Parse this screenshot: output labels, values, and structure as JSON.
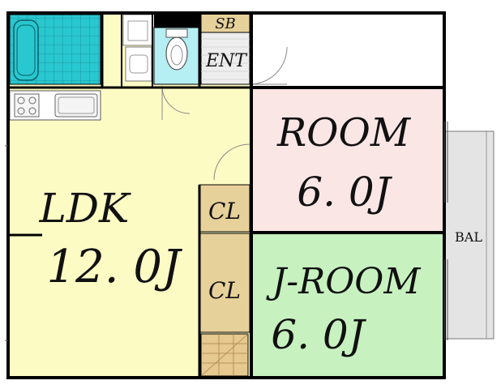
{
  "rooms": {
    "sb": {
      "name": "SB"
    },
    "ent": {
      "name": "ENT"
    },
    "ldk": {
      "name": "LDK",
      "size": "12. 0J"
    },
    "room": {
      "name": "ROOM",
      "size": "6. 0J"
    },
    "jroom": {
      "name": "J-ROOM",
      "size": "6. 0J"
    },
    "cl_upper": {
      "name": "CL"
    },
    "cl_lower": {
      "name": "CL"
    },
    "bal": {
      "name": "BAL"
    }
  },
  "colors": {
    "ldk": "#fdfbc4",
    "room": "#fbe6e6",
    "jroom": "#c7f2c0",
    "closet": "#e7d19a",
    "bath": "#29c7cf",
    "toilet": "#b5eef3",
    "genkan": "#ededed",
    "sb": "#e7d19a",
    "balcony": "#e4e4e4",
    "wall": "#000000"
  }
}
